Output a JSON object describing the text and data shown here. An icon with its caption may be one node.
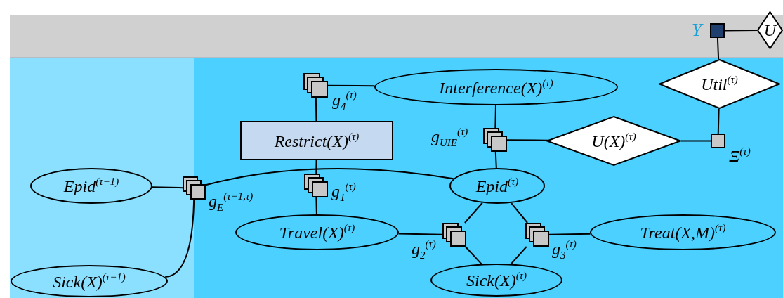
{
  "diagram": {
    "nodes": [
      {
        "text": [],
        "shape": "box",
        "beside": [
          "Υ"
        ]
      },
      {
        "text": [
          "U"
        ]
      },
      {
        "text": [
          "Interference(X)$^{(τ)}$"
        ]
      },
      {
        "text": [],
        "shape": "box",
        "beside": [
          "g$_{4}$$^{(τ)}$"
        ]
      },
      {
        "text": [
          "Util$^{(τ)}$"
        ]
      },
      {
        "text": [
          "Restrict(X)$^{(τ)}$"
        ]
      },
      {
        "text": [],
        "shape": "box",
        "beside": [
          "g$_{UIE}$$^{(τ)}$"
        ]
      },
      {
        "text": [
          "U(X)$^{(τ)}$"
        ]
      },
      {
        "text": [],
        "shape": "box",
        "beside": [
          "Ξ$^{(τ)}$"
        ]
      },
      {
        "text": [
          "Epid$^{(τ−1)}$"
        ]
      },
      {
        "text": [],
        "shape": "box",
        "beside": [
          "g$_{E}$$^{(τ−1,τ)}$"
        ]
      },
      {
        "text": [],
        "shape": "box",
        "beside": [
          "g$_{1}$$^{(τ)}$"
        ]
      },
      {
        "text": [
          "Epid$^{(τ)}$"
        ]
      },
      {
        "text": [
          "Travel(X)$^{(τ)}$"
        ]
      },
      {
        "text": [],
        "shape": "box",
        "beside": [
          "g$_{2}$$^{(τ)}$"
        ]
      },
      {
        "text": [],
        "shape": "box",
        "beside": [
          "g$_{3}$$^{(τ)}$"
        ]
      },
      {
        "text": [
          "Treat(X,M)$^{(τ)}$"
        ]
      },
      {
        "text": [
          "Sick(X)$^{(τ−1)}$"
        ]
      },
      {
        "text": [
          "Sick(X)$^{(τ)}$"
        ]
      }
    ],
    "edges": [
      {
        "from": 0,
        "to": 1,
        "arrow": "none"
      },
      {
        "from": 0,
        "to": 4,
        "arrow": "none"
      },
      {
        "from": 3,
        "to": 2,
        "arrow": "none"
      },
      {
        "from": 3,
        "to": 5,
        "arrow": "none"
      },
      {
        "from": 2,
        "to": 6,
        "arrow": "none"
      },
      {
        "from": 6,
        "to": 7,
        "arrow": "none"
      },
      {
        "from": 6,
        "to": 12,
        "arrow": "none"
      },
      {
        "from": 7,
        "to": 8,
        "arrow": "none"
      },
      {
        "from": 8,
        "to": 4,
        "arrow": "none"
      },
      {
        "from": 9,
        "to": 10,
        "arrow": "none"
      },
      {
        "from": 10,
        "to": 12,
        "arrow": "none"
      },
      {
        "from": 10,
        "to": 17,
        "arrow": "none"
      },
      {
        "from": 5,
        "to": 11,
        "arrow": "none"
      },
      {
        "from": 11,
        "to": 13,
        "arrow": "none"
      },
      {
        "from": 13,
        "to": 14,
        "arrow": "none"
      },
      {
        "from": 14,
        "to": 12,
        "arrow": "none"
      },
      {
        "from": 14,
        "to": 18,
        "arrow": "none"
      },
      {
        "from": 15,
        "to": 12,
        "arrow": "none"
      },
      {
        "from": 15,
        "to": 18,
        "arrow": "none"
      },
      {
        "from": 15,
        "to": 16,
        "arrow": "none"
      }
    ]
  }
}
